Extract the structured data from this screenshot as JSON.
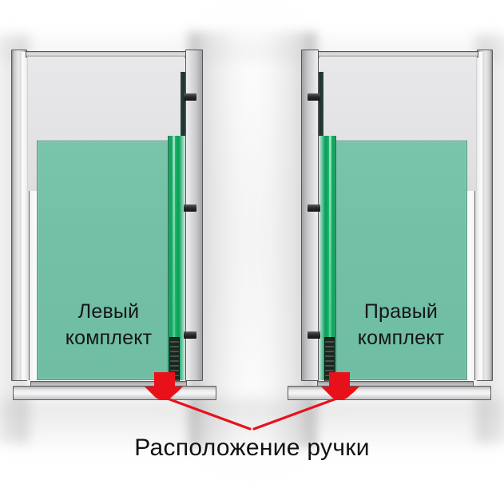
{
  "figure": {
    "caption": "Расположение ручки",
    "background_color": "#ffffff"
  },
  "units": [
    {
      "id": "left",
      "label": "Левый\nкомплект",
      "label_line1": "Левый",
      "label_line2": "комплект",
      "handle_side": "right"
    },
    {
      "id": "right",
      "label": "Правый\nкомплект",
      "label_line1": "Правый",
      "label_line2": "комплект",
      "handle_side": "left"
    }
  ],
  "annotations": {
    "arrow_color": "#e8111a",
    "arrow_count": 2,
    "points_to": "Расположение ручки"
  },
  "colors": {
    "drawer_front_green": "#72c1a7",
    "slide_rail_green": "#06b063",
    "carcass_grey": "#e4e4e6",
    "metal_frame": "#c9c9cb",
    "frame_outline": "#55555a",
    "tab_dark": "#1b1b1d",
    "text": "#15151a",
    "accent_red": "#e8111a"
  }
}
